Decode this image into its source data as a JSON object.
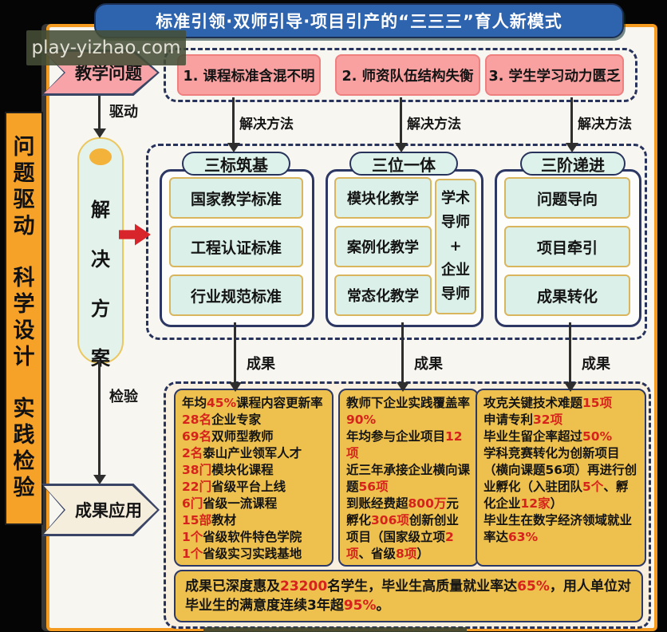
{
  "title": "标准引领·双师引导·项目引产的“三三三”育人新模式",
  "watermark": "play-yizhao.com",
  "left_rail": {
    "lines": [
      "问题驱动",
      "科学设计",
      "实践检验"
    ]
  },
  "flow": {
    "teaching_problem": "教学问题",
    "drive_label": "驱动",
    "solution": "解决方案",
    "check_label": "检验",
    "outcome_apply": "成果应用"
  },
  "problems": {
    "items": [
      "1. 课程标准含混不明",
      "2. 师资队伍结构失衡",
      "3. 学生学习动力匮乏"
    ],
    "method_label": "解决方法"
  },
  "solutions": {
    "result_label": "成果",
    "columns": [
      {
        "pill": "三标筑基",
        "boxes": [
          "国家教学标准",
          "工程认证标准",
          "行业规范标准"
        ]
      },
      {
        "pill": "三位一体",
        "boxes": [
          "模块化教学",
          "案例化教学",
          "常态化教学"
        ],
        "side": [
          "学术",
          "导师",
          "+",
          "企业",
          "导师"
        ]
      },
      {
        "pill": "三阶递进",
        "boxes": [
          "问题导向",
          "项目牵引",
          "成果转化"
        ]
      }
    ]
  },
  "results": {
    "box1": [
      [
        [
          "年均",
          0
        ],
        [
          "45%",
          1
        ],
        [
          "课程内容更新率",
          0
        ]
      ],
      [
        [
          "28名",
          1
        ],
        [
          "企业专家",
          0
        ]
      ],
      [
        [
          "69名",
          1
        ],
        [
          "双师型教师",
          0
        ]
      ],
      [
        [
          "2名",
          1
        ],
        [
          "泰山产业领军人才",
          0
        ]
      ],
      [
        [
          "38门",
          1
        ],
        [
          "模块化课程",
          0
        ]
      ],
      [
        [
          "22门",
          1
        ],
        [
          "省级平台上线",
          0
        ]
      ],
      [
        [
          "6门",
          1
        ],
        [
          "省级一流课程",
          0
        ]
      ],
      [
        [
          "15部",
          1
        ],
        [
          "教材",
          0
        ]
      ],
      [
        [
          "1个",
          1
        ],
        [
          "省级软件特色学院",
          0
        ]
      ],
      [
        [
          "1个",
          1
        ],
        [
          "省级实习实践基地",
          0
        ]
      ]
    ],
    "box2": [
      [
        [
          "教师下企业实践覆盖率",
          0
        ],
        [
          "90%",
          1
        ]
      ],
      [
        [
          "年均参与企业项目",
          0
        ],
        [
          "12项",
          1
        ]
      ],
      [
        [
          "近三年承接企业横向课题",
          0
        ],
        [
          "56项",
          1
        ]
      ],
      [
        [
          "到账经费超",
          0
        ],
        [
          "800万",
          1
        ],
        [
          "元",
          0
        ]
      ],
      [
        [
          "孵化",
          0
        ],
        [
          "306项",
          1
        ],
        [
          "创新创业项目（国家级立项",
          0
        ],
        [
          "2项",
          1
        ],
        [
          "、省级",
          0
        ],
        [
          "8项",
          1
        ],
        [
          "）",
          0
        ]
      ]
    ],
    "box3": [
      [
        [
          "攻克关键技术难题",
          0
        ],
        [
          "15项",
          1
        ]
      ],
      [
        [
          "申请专利",
          0
        ],
        [
          "32项",
          1
        ]
      ],
      [
        [
          "毕业生留企率超过",
          0
        ],
        [
          "50%",
          1
        ]
      ],
      [
        [
          "学科竞赛转化为创新项目（横向课题56项）再进行创业孵化（入驻团队",
          0
        ],
        [
          "5个",
          1
        ],
        [
          "、孵化企业",
          0
        ],
        [
          "12家",
          1
        ],
        [
          "）",
          0
        ]
      ],
      [
        [
          "毕业生在数字经济领域就业率达",
          0
        ],
        [
          "63%",
          1
        ]
      ]
    ],
    "summary": [
      [
        [
          "成果已深度惠及",
          0
        ],
        [
          "23200",
          1
        ],
        [
          "名学生，毕业生高质量就业率达",
          0
        ],
        [
          "65%",
          1
        ],
        [
          "，用人单位对毕业生的满意度连续3年超",
          0
        ],
        [
          "95%",
          1
        ],
        [
          "。",
          0
        ]
      ]
    ]
  },
  "colors": {
    "banner_blue": "#2e63ad",
    "navy_border": "#28335c",
    "pink_box": "#f9a0a0",
    "mint_box": "#daf0e9",
    "gold_border": "#d9b55e",
    "orange_rail": "#f6a228",
    "card_border_orange": "#f49b20",
    "yellow_result": "#eec14e",
    "highlight_red": "#d6231c",
    "cream_panel": "#f9efde"
  }
}
